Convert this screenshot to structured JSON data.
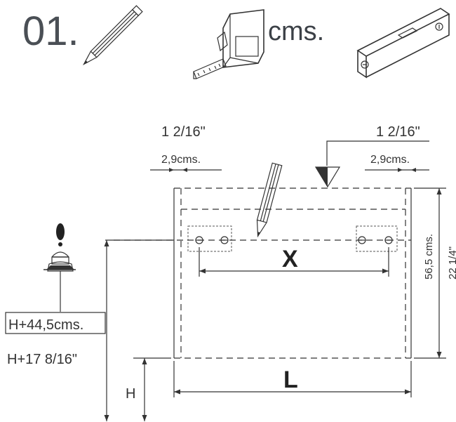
{
  "header": {
    "step_number": "01.",
    "tape_unit": "cms."
  },
  "tools": {
    "pencil_icon": "pencil-icon",
    "tape_icon": "tape-measure-icon",
    "level_icon": "spirit-level-icon"
  },
  "dimensions": {
    "left_offset_in": "1 2/16\"",
    "left_offset_cm": "2,9cms.",
    "right_offset_in": "1 2/16\"",
    "right_offset_cm": "2,9cms.",
    "height_cm": "56,5 cms.",
    "height_in": "22 1/4\"",
    "mount_height_cm": "H+44,5cms.",
    "mount_height_in": "H+17 8/16\"",
    "floor_label": "H",
    "hole_spacing_label": "X",
    "width_label": "L"
  },
  "colors": {
    "ink": "#333333",
    "step_gray": "#4a4f55"
  }
}
